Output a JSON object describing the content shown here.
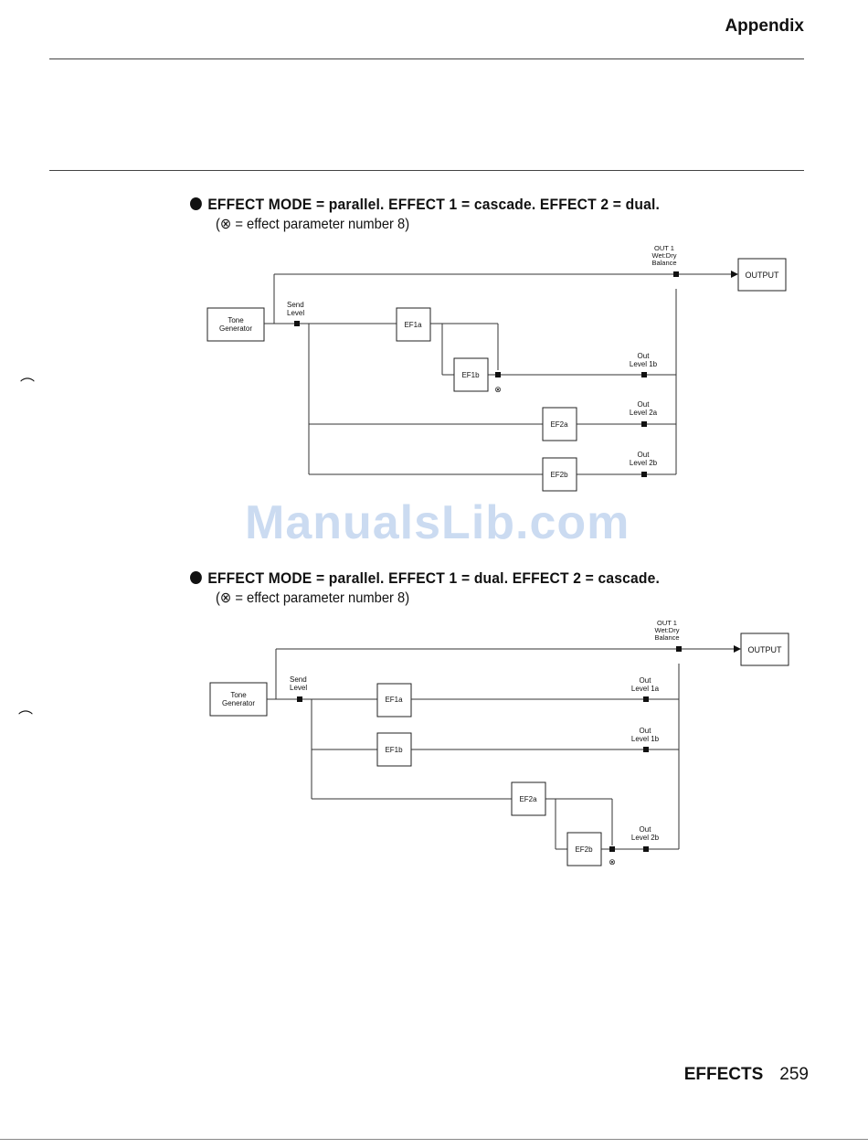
{
  "header": {
    "section": "Appendix"
  },
  "watermark": "ManualsLib.com",
  "diagram1": {
    "heading": "EFFECT MODE = parallel. EFFECT 1 = cascade. EFFECT 2 = dual.",
    "note": "(⊗ = effect parameter number 8)",
    "out1": [
      "OUT 1",
      "Wet:Dry",
      "Balance"
    ],
    "output": "OUTPUT",
    "tone": [
      "Tone",
      "Generator"
    ],
    "send": [
      "Send",
      "Level"
    ],
    "ef1a": "EF1a",
    "ef1b": "EF1b",
    "ef2a": "EF2a",
    "ef2b": "EF2b",
    "out1b": [
      "Out",
      "Level 1b"
    ],
    "out2a": [
      "Out",
      "Level 2a"
    ],
    "out2b": [
      "Out",
      "Level 2b"
    ],
    "marker": "⊗"
  },
  "diagram2": {
    "heading": "EFFECT MODE = parallel. EFFECT 1 = dual. EFFECT 2 = cascade.",
    "note": "(⊗ = effect parameter number 8)",
    "out1": [
      "OUT 1",
      "Wet:Dry",
      "Balance"
    ],
    "output": "OUTPUT",
    "tone": [
      "Tone",
      "Generator"
    ],
    "send": [
      "Send",
      "Level"
    ],
    "ef1a": "EF1a",
    "ef1b": "EF1b",
    "ef2a": "EF2a",
    "ef2b": "EF2b",
    "out1a": [
      "Out",
      "Level 1a"
    ],
    "out1b": [
      "Out",
      "Level 1b"
    ],
    "out2b": [
      "Out",
      "Level 2b"
    ],
    "marker": "⊗"
  },
  "footer": {
    "section": "EFFECTS",
    "page": "259"
  }
}
